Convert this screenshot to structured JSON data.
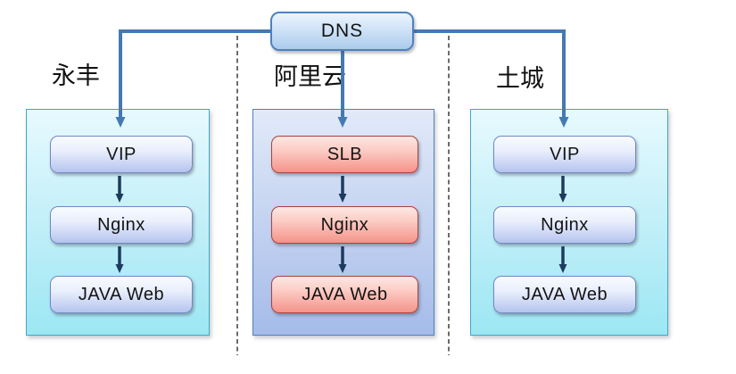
{
  "diagram": {
    "root_label": "DNS",
    "regions": [
      {
        "label": "永丰",
        "theme": "cyan",
        "nodes": [
          "VIP",
          "Nginx",
          "JAVA Web"
        ]
      },
      {
        "label": "阿里云",
        "theme": "blue",
        "nodes": [
          "SLB",
          "Nginx",
          "JAVA Web"
        ]
      },
      {
        "label": "土城",
        "theme": "cyan",
        "nodes": [
          "VIP",
          "Nginx",
          "JAVA Web"
        ]
      }
    ],
    "colors": {
      "connector_blue": "#4579b2",
      "arrow_dark_navy": "#1d3a5f",
      "blue_node_border": "#7288c2",
      "red_node_border": "#a8433f",
      "cyan_container_border": "#41a8c8",
      "blue_container_border": "#4f81bd"
    }
  }
}
